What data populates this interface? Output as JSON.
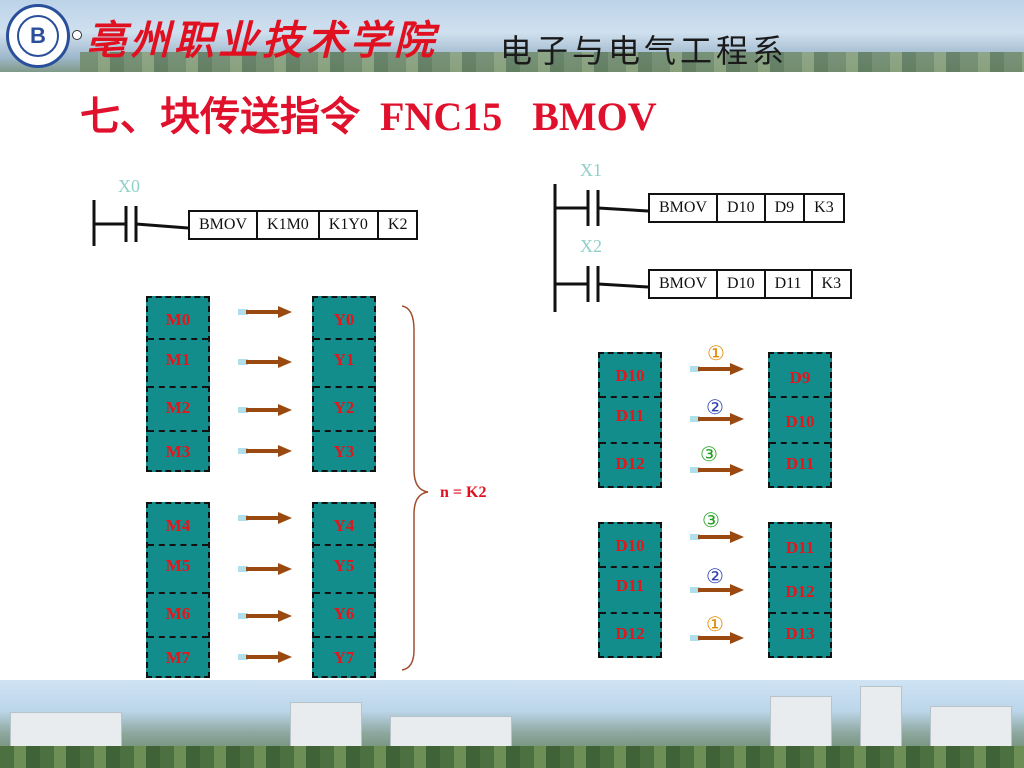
{
  "header": {
    "school_name": "亳州职业技术学院",
    "department": "电子与电气工程系",
    "logo_glyph": "B"
  },
  "title": "七、块传送指令  FNC15   BMOV",
  "ladder_left": {
    "contact": "X0",
    "instruction": [
      "BMOV",
      "K1M0",
      "K1Y0",
      "K2"
    ]
  },
  "ladder_right": {
    "rungs": [
      {
        "contact": "X1",
        "instruction": [
          "BMOV",
          "D10",
          "D9",
          "K3"
        ]
      },
      {
        "contact": "X2",
        "instruction": [
          "BMOV",
          "D10",
          "D11",
          "K3"
        ]
      }
    ]
  },
  "left_diagram": {
    "group1": {
      "src": [
        "M0",
        "M1",
        "M2",
        "M3"
      ],
      "dst": [
        "Y0",
        "Y1",
        "Y2",
        "Y3"
      ]
    },
    "group2": {
      "src": [
        "M4",
        "M5",
        "M6",
        "M7"
      ],
      "dst": [
        "Y4",
        "Y5",
        "Y6",
        "Y7"
      ]
    },
    "brace_label": "n = K2"
  },
  "right_diagram": {
    "case1": {
      "src": [
        "D10",
        "D11",
        "D12"
      ],
      "dst": [
        "D9",
        "D10",
        "D11"
      ],
      "order": [
        "①",
        "②",
        "③"
      ],
      "order_colors": [
        "#e08a00",
        "#2a3fb0",
        "#20a020"
      ]
    },
    "case2": {
      "src": [
        "D10",
        "D11",
        "D12"
      ],
      "dst": [
        "D11",
        "D12",
        "D13"
      ],
      "order": [
        "③",
        "②",
        "①"
      ],
      "order_colors": [
        "#20a020",
        "#2a3fb0",
        "#e08a00"
      ]
    }
  },
  "colors": {
    "title": "#e0112c",
    "register_fill": "#138c8c",
    "register_text": "#e3161c",
    "contact_label": "#8fd0c8",
    "arrow": "#9a4a10"
  }
}
